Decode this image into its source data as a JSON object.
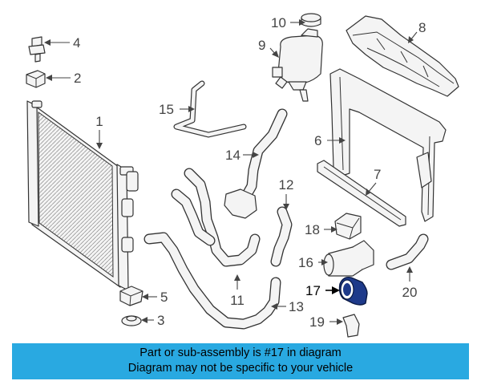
{
  "diagram": {
    "callouts": {
      "c1": "1",
      "c2": "2",
      "c3": "3",
      "c4": "4",
      "c5": "5",
      "c6": "6",
      "c7": "7",
      "c8": "8",
      "c9": "9",
      "c10": "10",
      "c11": "11",
      "c12": "12",
      "c13": "13",
      "c14": "14",
      "c15": "15",
      "c16": "16",
      "c17": "17",
      "c18": "18",
      "c19": "19",
      "c20": "20"
    },
    "highlight_part": "17",
    "highlight_color": "#1e3a8a"
  },
  "banner": {
    "line1": "Part or sub-assembly is #17 in diagram",
    "line2": "Diagram may not be specific to your vehicle",
    "background": "#29a9e1"
  }
}
